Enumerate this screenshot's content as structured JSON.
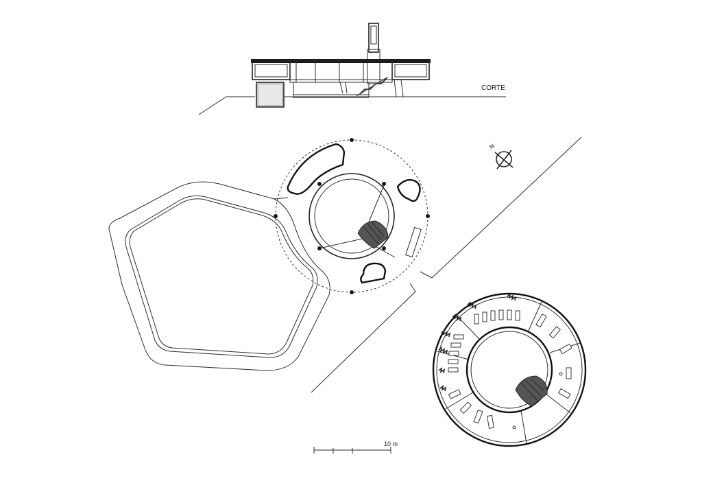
{
  "drawing": {
    "section_label": "CORTE",
    "north_label": "N",
    "scale_label": "10 m"
  }
}
